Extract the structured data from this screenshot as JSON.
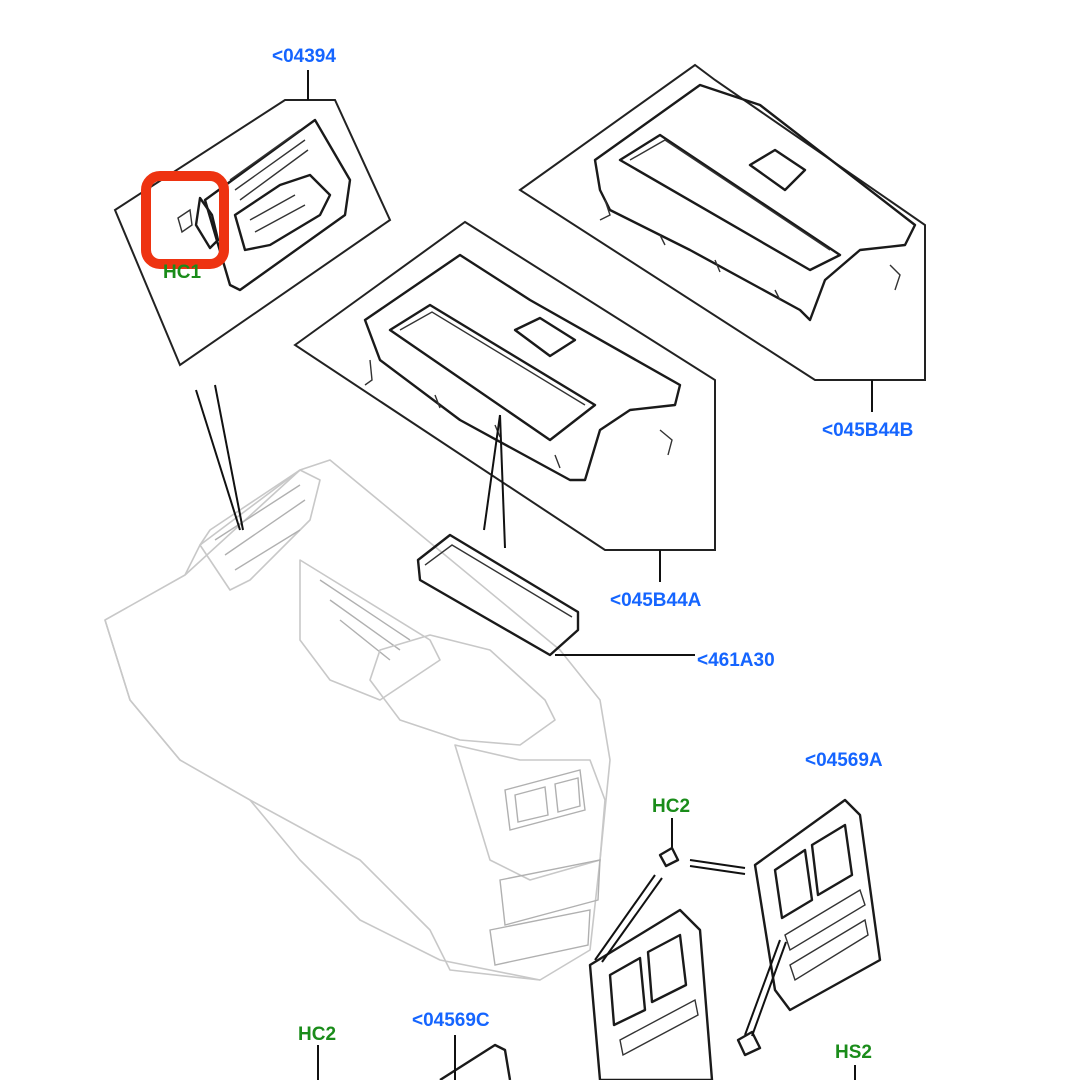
{
  "labels": {
    "part_04394": "<04394",
    "part_045B44B": "<045B44B",
    "part_045B44A": "<045B44A",
    "part_461A30": "<461A30",
    "part_04569A": "<04569A",
    "part_04569C": "<04569C",
    "code_hc1": "HC1",
    "code_hc2_top": "HC2",
    "code_hc2_bottom": "HC2",
    "code_hs2": "HS2"
  },
  "colors": {
    "part_label": "#1565ff",
    "code_label": "#1a8c1a",
    "highlight": "#ee3311",
    "line": "#1a1a1a",
    "ghost_line": "#c8c8c8"
  }
}
